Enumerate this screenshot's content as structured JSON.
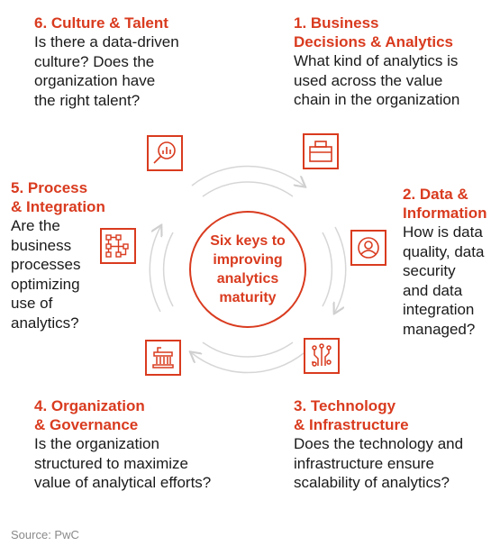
{
  "center": {
    "label": "Six keys to\nimproving\nanalytics\nmaturity"
  },
  "keys": [
    {
      "title": "1. Business\nDecisions & Analytics",
      "description": "What kind of analytics is\nused across the value\nchain in the organization",
      "icon": "briefcase-icon"
    },
    {
      "title": "2. Data &\nInformation",
      "description": "How is data\nquality, data\nsecurity\nand data\nintegration\nmanaged?",
      "icon": "data-user-icon"
    },
    {
      "title": "3. Technology\n& Infrastructure",
      "description": "Does the technology and\ninfrastructure ensure\nscalability of analytics?",
      "icon": "circuit-icon"
    },
    {
      "title": "4. Organization\n& Governance",
      "description": "Is the organization\nstructured to maximize\nvalue of analytical efforts?",
      "icon": "building-icon"
    },
    {
      "title": "5. Process\n& Integration",
      "description": "Are the\nbusiness\nprocesses\noptimizing\nuse of\nanalytics?",
      "icon": "process-flow-icon"
    },
    {
      "title": "6. Culture & Talent",
      "description": "Is there a data-driven\nculture? Does the\norganization have\nthe right talent?",
      "icon": "magnifier-chart-icon"
    }
  ],
  "source": "Source: PwC",
  "colors": {
    "accent": "#d93b1f",
    "cycle": "#d6d6d6",
    "text": "#1a1a1a"
  }
}
